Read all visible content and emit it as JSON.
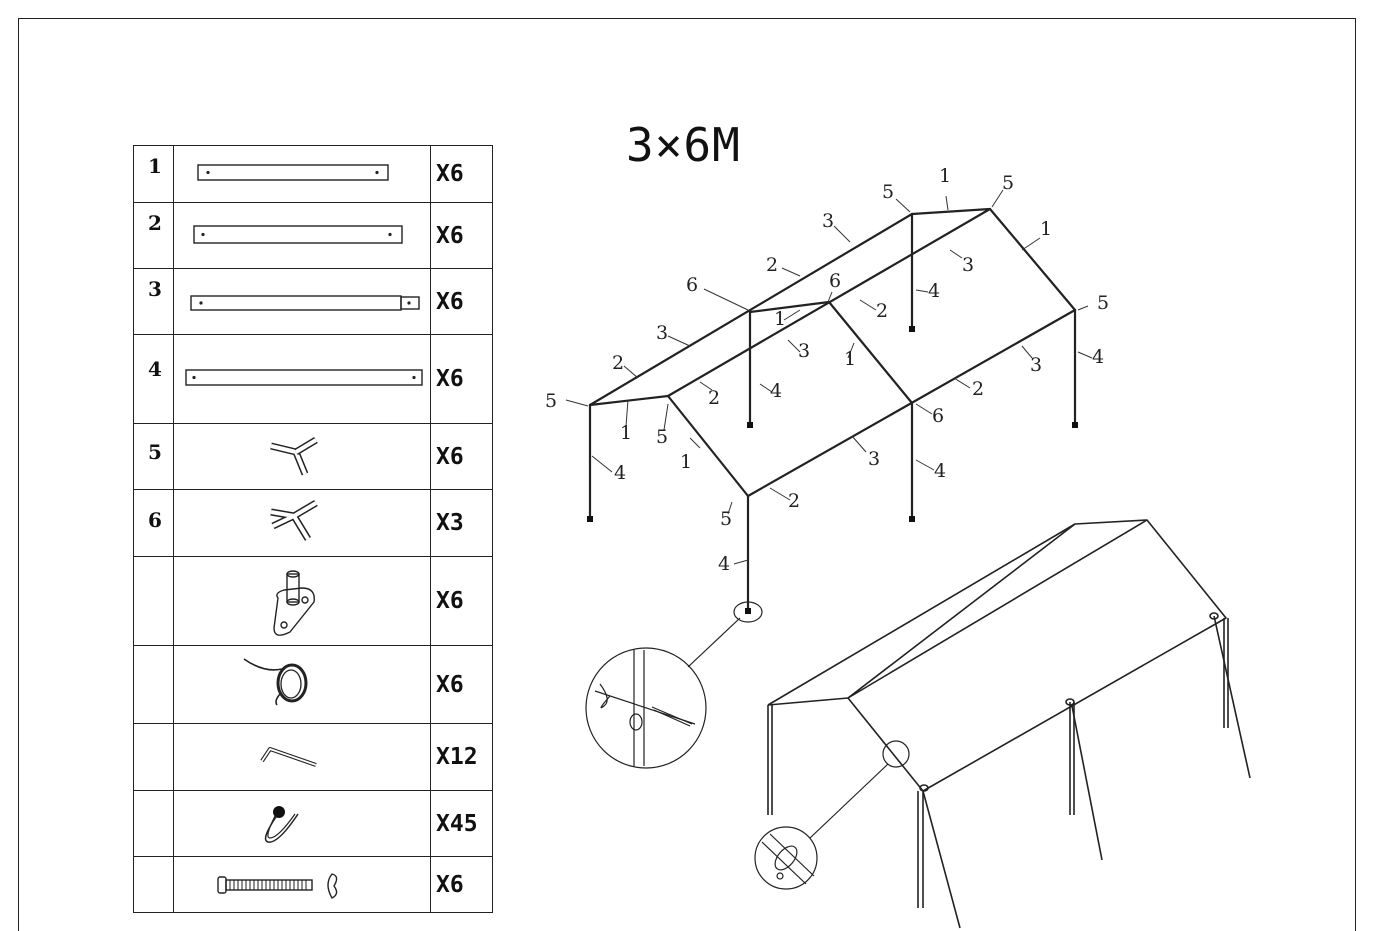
{
  "title": "3×6M",
  "parts": [
    {
      "num": "1",
      "qty": "X6",
      "icon": "pole-1-icon"
    },
    {
      "num": "2",
      "qty": "X6",
      "icon": "pole-2-icon"
    },
    {
      "num": "3",
      "qty": "X6",
      "icon": "pole-3-icon"
    },
    {
      "num": "4",
      "qty": "X6",
      "icon": "pole-4-icon"
    },
    {
      "num": "5",
      "qty": "X6",
      "icon": "corner-connector-icon"
    },
    {
      "num": "6",
      "qty": "X3",
      "icon": "middle-connector-icon"
    },
    {
      "num": "",
      "qty": "X6",
      "icon": "foot-plate-icon"
    },
    {
      "num": "",
      "qty": "X6",
      "icon": "rope-icon"
    },
    {
      "num": "",
      "qty": "X12",
      "icon": "stake-icon"
    },
    {
      "num": "",
      "qty": "X45",
      "icon": "ball-bungee-icon"
    },
    {
      "num": "",
      "qty": "X6",
      "icon": "spring-bolt-icon"
    }
  ],
  "frame_labels": [
    {
      "text": "1"
    },
    {
      "text": "5"
    },
    {
      "text": "5"
    },
    {
      "text": "3"
    },
    {
      "text": "1"
    },
    {
      "text": "3"
    },
    {
      "text": "4"
    },
    {
      "text": "2"
    },
    {
      "text": "6"
    },
    {
      "text": "6"
    },
    {
      "text": "2"
    },
    {
      "text": "1"
    },
    {
      "text": "5"
    },
    {
      "text": "3"
    },
    {
      "text": "3"
    },
    {
      "text": "1"
    },
    {
      "text": "4"
    },
    {
      "text": "2"
    },
    {
      "text": "3"
    },
    {
      "text": "2"
    },
    {
      "text": "4"
    },
    {
      "text": "5"
    },
    {
      "text": "1"
    },
    {
      "text": "5"
    },
    {
      "text": "2"
    },
    {
      "text": "6"
    },
    {
      "text": "1"
    },
    {
      "text": "3"
    },
    {
      "text": "4"
    },
    {
      "text": "4"
    },
    {
      "text": "5"
    },
    {
      "text": "2"
    },
    {
      "text": "4"
    }
  ]
}
